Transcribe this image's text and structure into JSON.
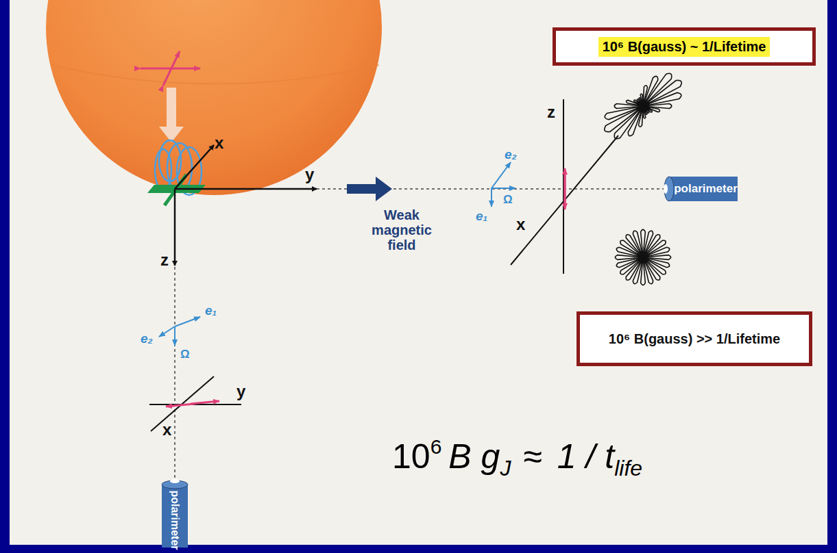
{
  "diagram": {
    "nodes": [
      {
        "text": [
          "10⁶ B(gauss) ~ 1/Lifetime"
        ]
      },
      {
        "text": [
          "polarimeter"
        ]
      },
      {
        "text": [
          "10⁶ B(gauss) >> 1/Lifetime"
        ]
      },
      {
        "text": [
          "polarimeter"
        ]
      }
    ],
    "labels": [
      "x",
      "y",
      "z",
      "Weak magnetic field",
      "e₂",
      "Ω",
      "e₁",
      "z",
      "x",
      "e₁",
      "e₂",
      "Ω",
      "y",
      "x",
      "10",
      "6",
      "B g",
      "J",
      "≈",
      "1 / t",
      "life"
    ]
  }
}
